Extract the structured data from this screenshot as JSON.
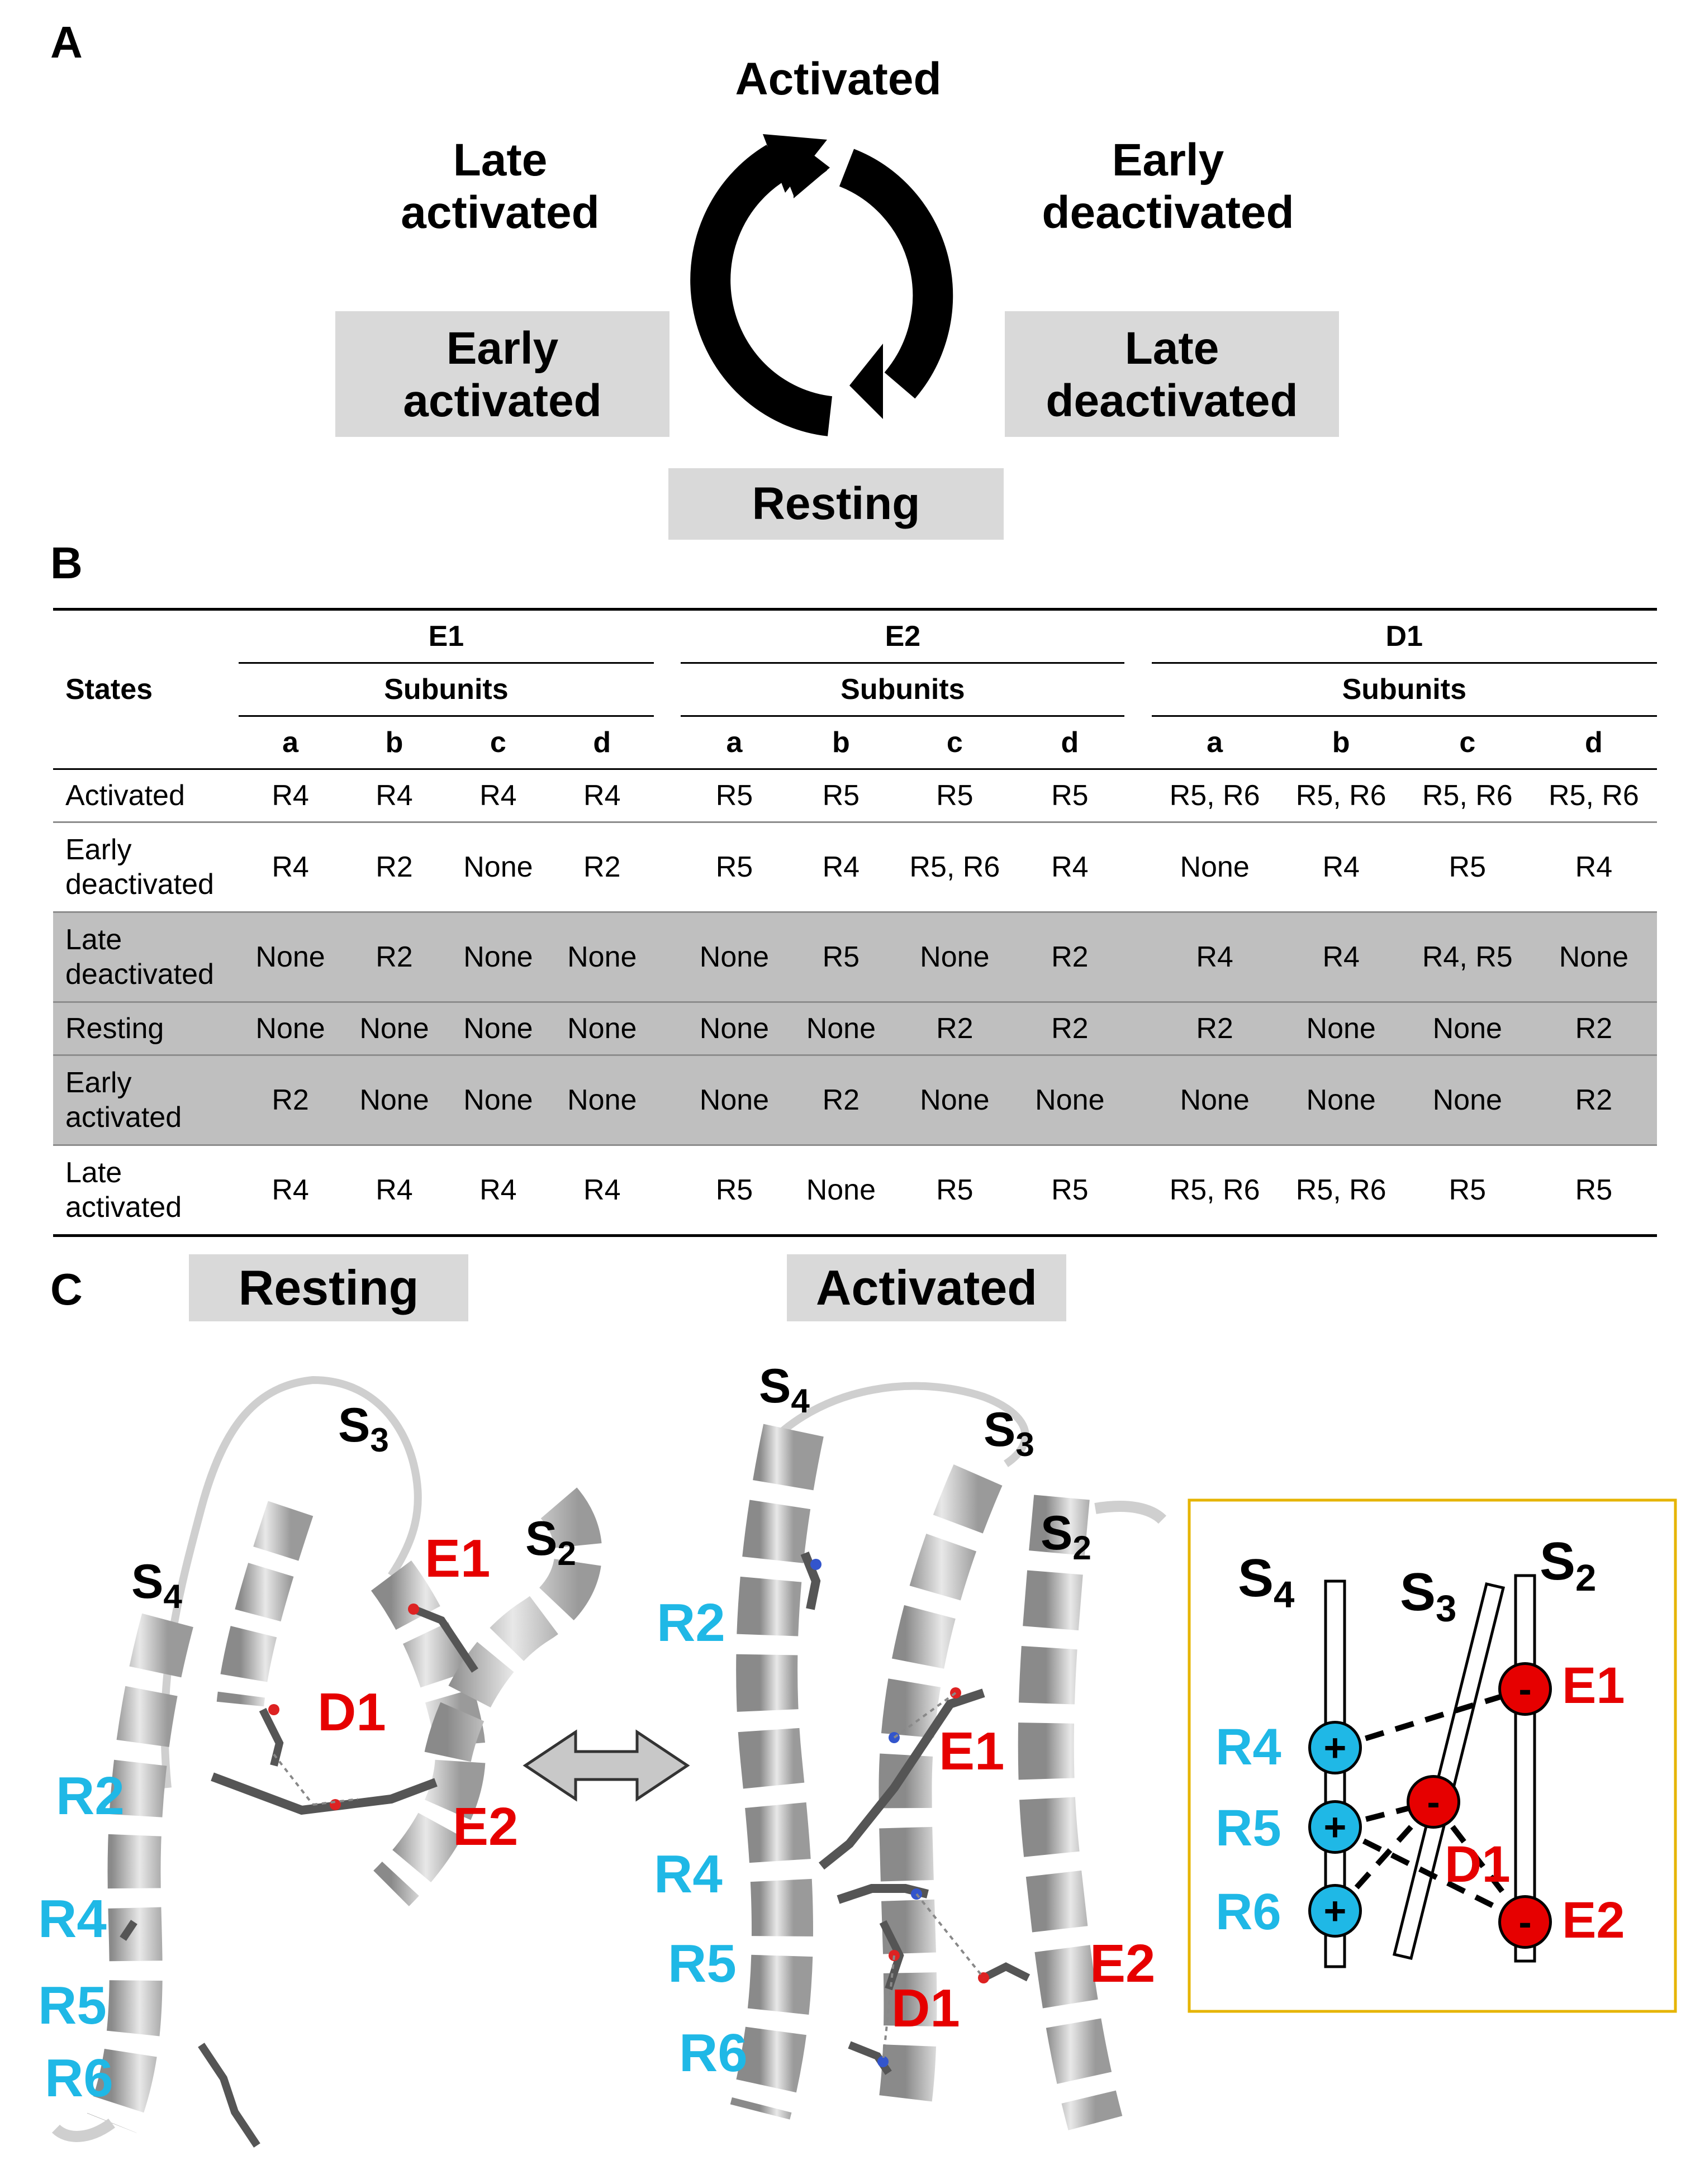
{
  "panel_a": {
    "letter": "A",
    "activated": "Activated",
    "late_activated": [
      "Late",
      "activated"
    ],
    "early_deactivated": [
      "Early",
      "deactivated"
    ],
    "early_activated": [
      "Early",
      "activated"
    ],
    "late_deactivated": [
      "Late",
      "deactivated"
    ],
    "resting": "Resting"
  },
  "panel_b": {
    "letter": "B",
    "states_header": "States",
    "subunits_label": "Subunits",
    "groups": [
      "E1",
      "E2",
      "D1"
    ],
    "subunit_letters": [
      "a",
      "b",
      "c",
      "d"
    ],
    "rows": [
      {
        "state": [
          "Activated"
        ],
        "values": [
          "R4",
          "R4",
          "R4",
          "R4",
          "R5",
          "R5",
          "R5",
          "R5",
          "R5, R6",
          "R5, R6",
          "R5, R6",
          "R5, R6"
        ]
      },
      {
        "state": [
          "Early",
          "deactivated"
        ],
        "values": [
          "R4",
          "R2",
          "None",
          "R2",
          "R5",
          "R4",
          "R5, R6",
          "R4",
          "None",
          "R4",
          "R5",
          "R4"
        ]
      },
      {
        "state": [
          "Late",
          "deactivated"
        ],
        "values": [
          "None",
          "R2",
          "None",
          "None",
          "None",
          "R5",
          "None",
          "R2",
          "R4",
          "R4",
          "R4, R5",
          "None"
        ]
      },
      {
        "state": [
          "Resting"
        ],
        "values": [
          "None",
          "None",
          "None",
          "None",
          "None",
          "None",
          "R2",
          "R2",
          "R2",
          "None",
          "None",
          "R2"
        ]
      },
      {
        "state": [
          "Early",
          "activated"
        ],
        "values": [
          "R2",
          "None",
          "None",
          "None",
          "None",
          "R2",
          "None",
          "None",
          "None",
          "None",
          "None",
          "R2"
        ]
      },
      {
        "state": [
          "Late",
          "activated"
        ],
        "values": [
          "R4",
          "R4",
          "R4",
          "R4",
          "R5",
          "None",
          "R5",
          "R5",
          "R5, R6",
          "R5, R6",
          "R5",
          "R5"
        ]
      }
    ]
  },
  "panel_c": {
    "letter": "C",
    "resting_title": "Resting",
    "activated_title": "Activated",
    "resting_labels": {
      "S3": "S",
      "S3_sub": "3",
      "S4": "S",
      "S4_sub": "4",
      "S2": "S",
      "S2_sub": "2",
      "E1": "E1",
      "D1": "D1",
      "E2": "E2",
      "R2": "R2",
      "R4": "R4",
      "R5": "R5",
      "R6": "R6"
    },
    "activated_labels": {
      "S4": "S",
      "S4_sub": "4",
      "S3": "S",
      "S3_sub": "3",
      "S2": "S",
      "S2_sub": "2",
      "R2": "R2",
      "E1": "E1",
      "R4": "R4",
      "R5": "R5",
      "R6": "R6",
      "D1": "D1",
      "E2": "E2"
    },
    "schematic": {
      "S4": "S",
      "S4_sub": "4",
      "S3": "S",
      "S3_sub": "3",
      "S2": "S",
      "S2_sub": "2",
      "R4": "R4",
      "R5": "R5",
      "R6": "R6",
      "E1": "E1",
      "D1": "D1",
      "E2": "E2",
      "plus": "+",
      "minus": "-",
      "border_color": "#e6b400",
      "positive_color": "#1fb8e6",
      "negative_color": "#e60000"
    }
  }
}
